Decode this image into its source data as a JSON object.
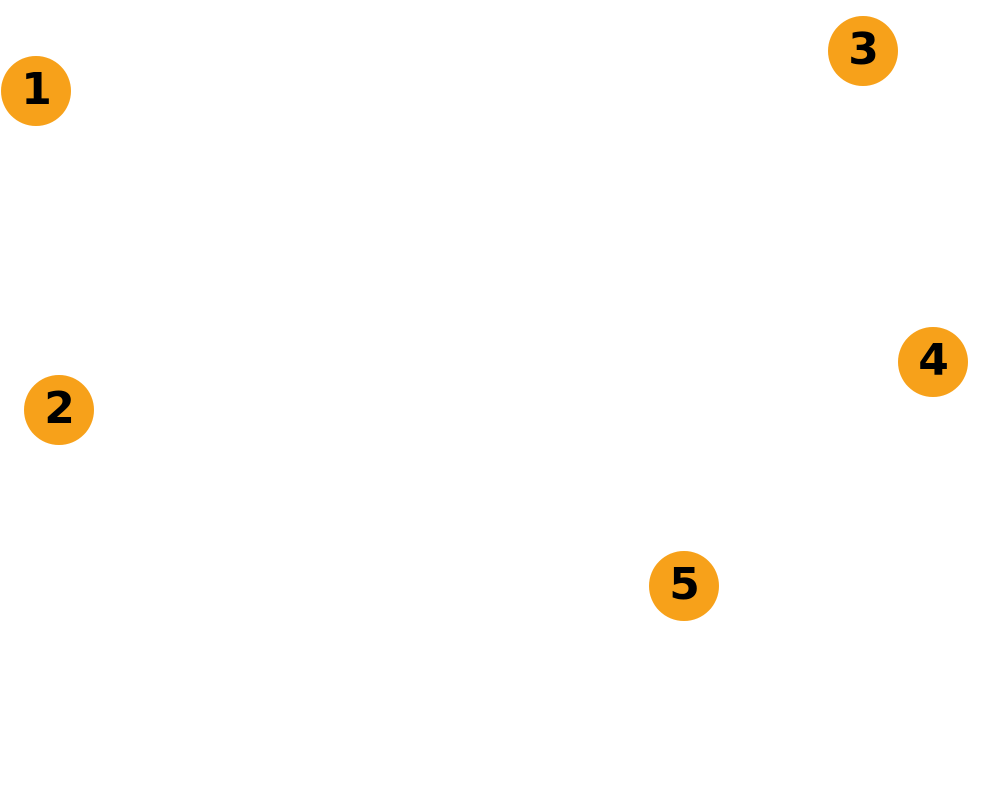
{
  "markers": [
    {
      "label": "1"
    },
    {
      "label": "2"
    },
    {
      "label": "3"
    },
    {
      "label": "4"
    },
    {
      "label": "5"
    }
  ],
  "colors": {
    "background": "#ffffff",
    "marker_fill": "#F7A11A",
    "marker_text": "#000000"
  }
}
